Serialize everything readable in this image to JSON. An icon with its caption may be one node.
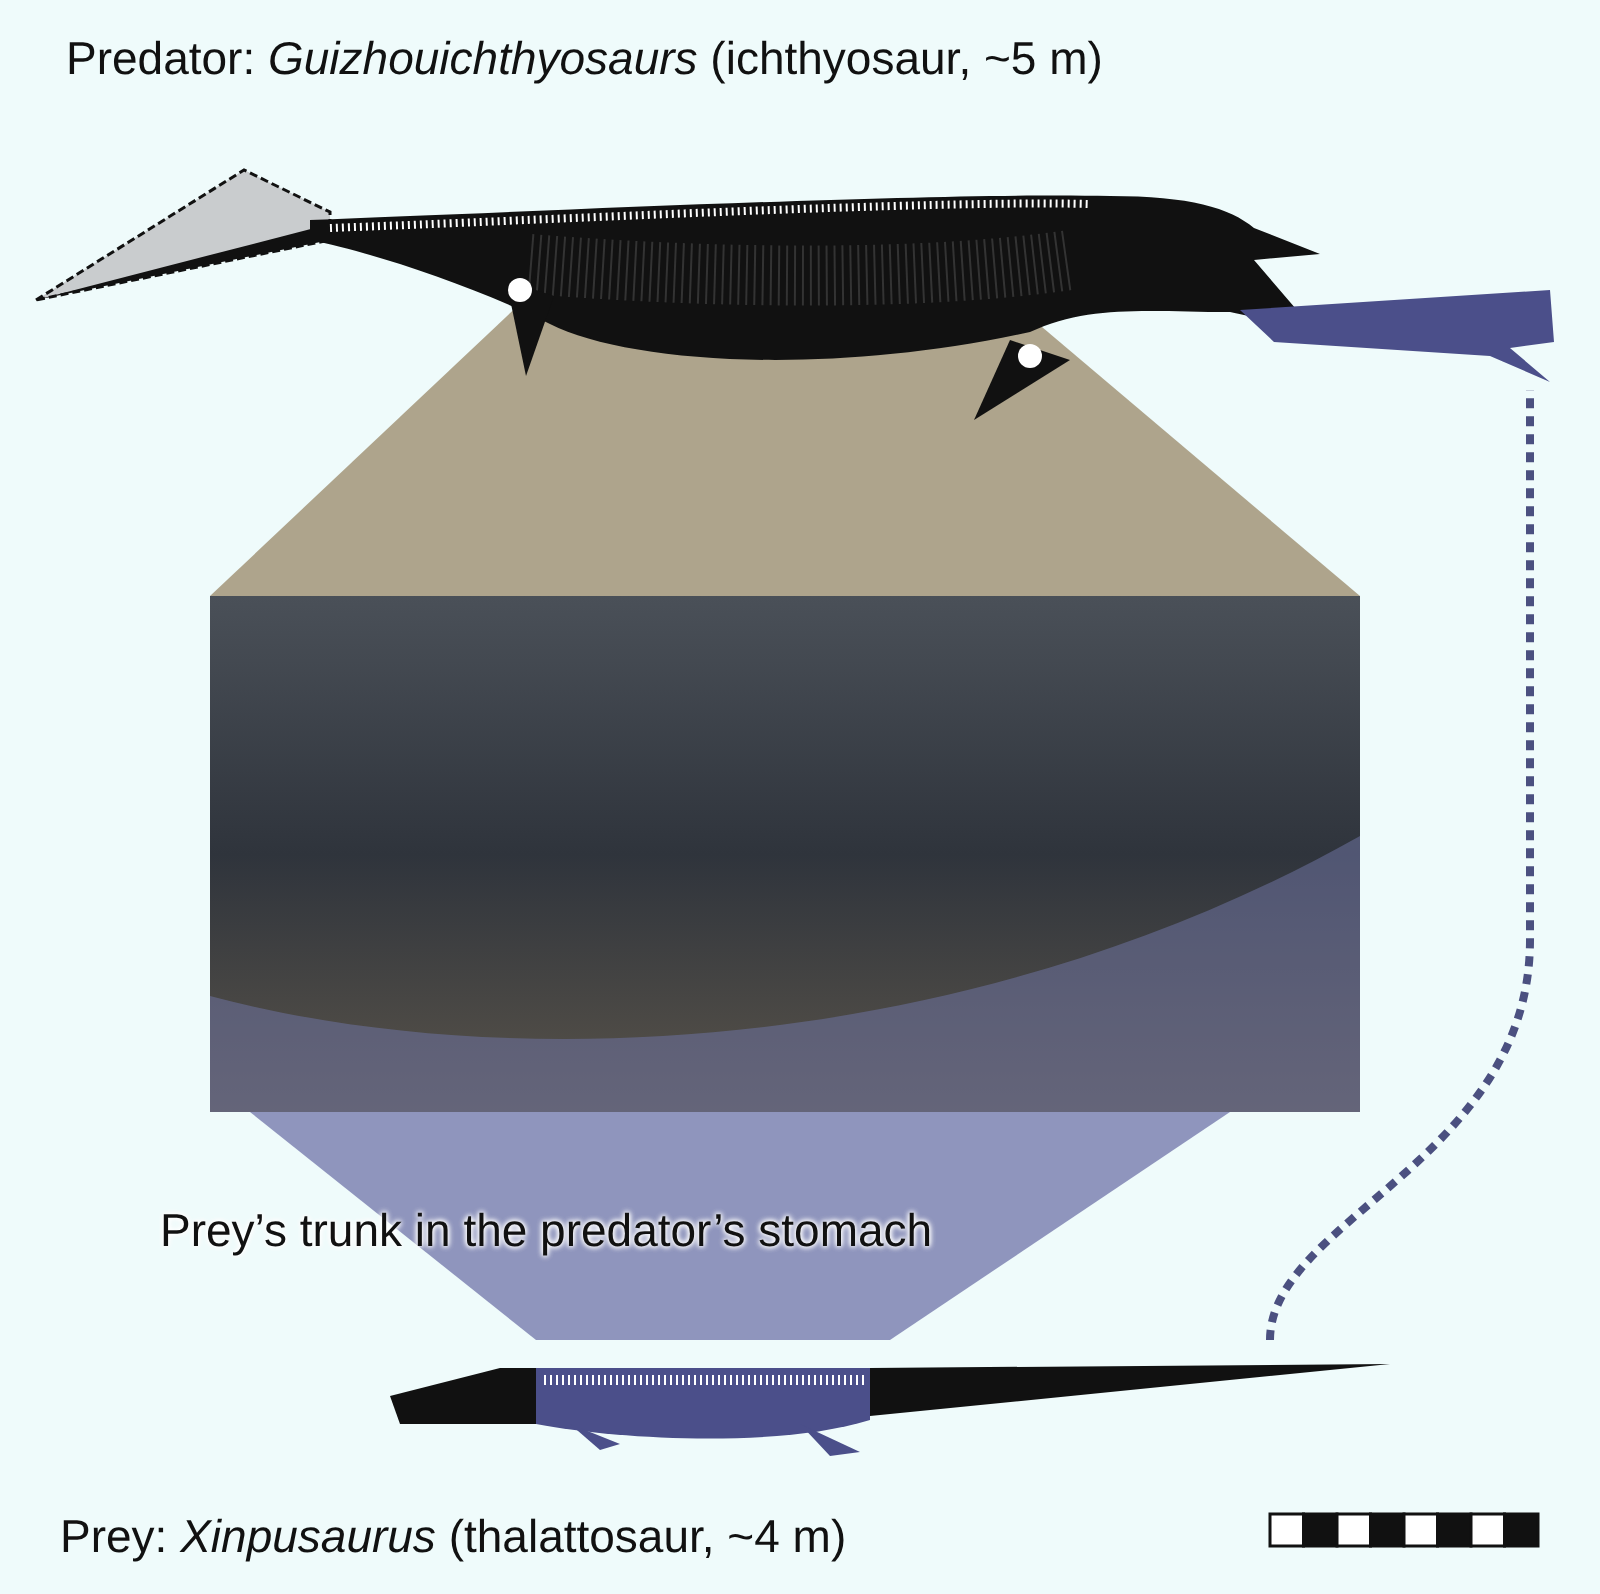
{
  "diagram": {
    "nodes": [
      {
        "text": [],
        "shape": "picture"
      },
      {
        "text": [],
        "shape": "picture"
      },
      {
        "text": [],
        "shape": "picture"
      },
      {
        "text": [],
        "shape": "picture"
      },
      {
        "text": [],
        "shape": "trapezoid"
      },
      {
        "text": [],
        "shape": "trapezoid"
      }
    ],
    "edges": [
      {
        "from": 3,
        "to": 1,
        "arrow": "none",
        "style": "dashed"
      }
    ],
    "labels": [
      "Predator: *Guizhouichthyosaurs* (ichthyosaur, ~5 m)",
      "Prey’s trunk in the predator’s stomach",
      "Prey: *Xinpusaurus* (thalattosaur, ~4 m)"
    ]
  }
}
